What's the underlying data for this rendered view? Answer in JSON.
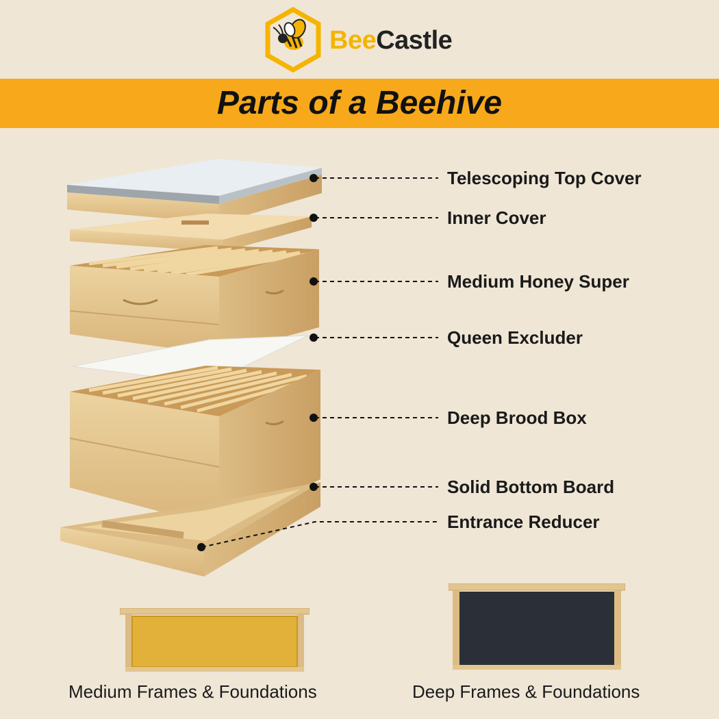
{
  "brand": {
    "name_part1": "Bee",
    "name_part2": "Castle"
  },
  "colors": {
    "background": "#efe6d6",
    "banner": "#f7a91b",
    "brand_yellow": "#f5b400",
    "wood": "#e3c58e",
    "wax": "#e2b13a",
    "plastic": "#2b2f38"
  },
  "banner": {
    "title": "Parts of a Beehive"
  },
  "parts": [
    {
      "label": "Telescoping Top Cover",
      "icon": "top-cover"
    },
    {
      "label": "Inner Cover",
      "icon": "inner-cover"
    },
    {
      "label": "Medium Honey Super",
      "icon": "honey-super"
    },
    {
      "label": "Queen Excluder",
      "icon": "queen-excluder"
    },
    {
      "label": "Deep Brood Box",
      "icon": "brood-box"
    },
    {
      "label": "Solid Bottom Board",
      "icon": "bottom-board"
    },
    {
      "label": "Entrance Reducer",
      "icon": "entrance-reducer"
    }
  ],
  "frames": [
    {
      "caption": "Medium Frames & Foundations",
      "icon": "medium-frame-wax"
    },
    {
      "caption": "Deep Frames & Foundations",
      "icon": "deep-frame-plastic"
    }
  ]
}
